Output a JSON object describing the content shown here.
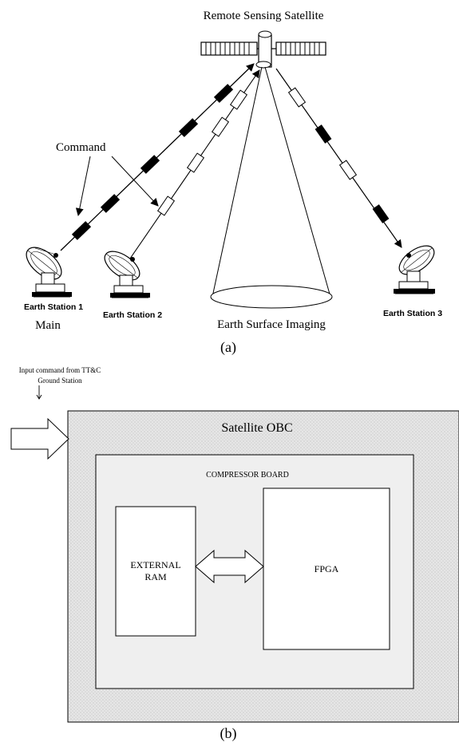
{
  "part_a": {
    "satellite_label": "Remote Sensing Satellite",
    "command_label": "Command",
    "station_1_label": "Earth Station 1",
    "station_1_sublabel": "Main",
    "station_2_label": "Earth Station 2",
    "station_3_label": "Earth Station 3",
    "imaging_label": "Earth Surface Imaging",
    "caption": "(a)"
  },
  "part_b": {
    "input_note_line1": "Input command from TT&C",
    "input_note_line2": "Ground Station",
    "obc_label": "Satellite OBC",
    "compressor_label": "COMPRESSOR BOARD",
    "ram_label_line1": "EXTERNAL",
    "ram_label_line2": "RAM",
    "fpga_label": "FPGA",
    "caption": "(b)"
  }
}
